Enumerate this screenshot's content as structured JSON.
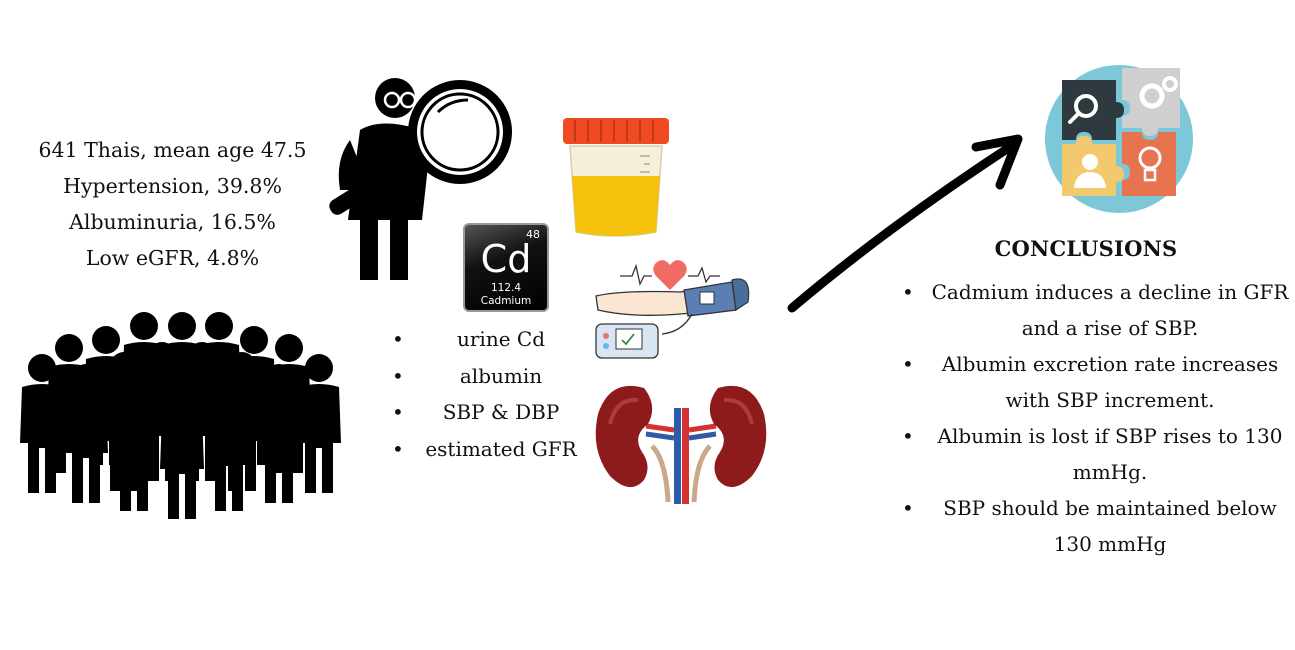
{
  "stats": [
    "641 Thais, mean age 47.5",
    "Hypertension, 39.8%",
    "Albuminuria, 16.5%",
    "Low eGFR, 4.8%"
  ],
  "element_tile": {
    "number": "48",
    "symbol": "Cd",
    "mass": "112.4",
    "name": "Cadmium"
  },
  "measurements": [
    "urine Cd",
    "albumin",
    "SBP & DBP",
    "estimated GFR"
  ],
  "conclusions": {
    "title": "CONCLUSIONS",
    "items": [
      "Cadmium induces a decline in GFR and a rise of SBP.",
      "Albumin excretion rate increases with SBP increment.",
      "Albumin is lost if SBP rises to 130 mmHg.",
      "SBP should be maintained below 130 mmHg"
    ]
  },
  "icons": [
    "researcher-magnifier-icon",
    "crowd-icon",
    "urine-cup-icon",
    "cadmium-element-tile",
    "blood-pressure-monitor-icon",
    "kidneys-icon",
    "arrow-icon",
    "puzzle-icon"
  ],
  "colors": {
    "cup_lid": "#f04a23",
    "urine": "#f4c20d",
    "kidney": "#8e1b1b",
    "puzzle_bg": "#7cc7d8",
    "puzzle_orange": "#e8734f",
    "puzzle_yellow": "#f3c96d",
    "puzzle_dark": "#2f3a40",
    "puzzle_gray": "#cfcfcf",
    "heart": "#ef6b63"
  }
}
